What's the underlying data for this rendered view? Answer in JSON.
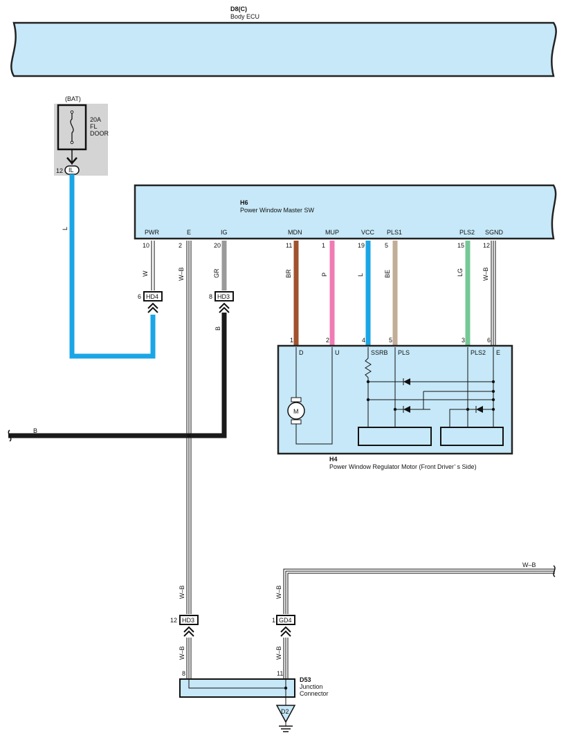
{
  "body_ecu": {
    "code": "D8(C)",
    "name": "Body ECU"
  },
  "fuse": {
    "source": "(BAT)",
    "rating": "20A",
    "name_line1": "FL",
    "name_line2": "DOOR",
    "pin": "12",
    "connector": "IL",
    "wire": "L"
  },
  "master_sw": {
    "code": "H6",
    "name": "Power Window Master SW",
    "pins": [
      {
        "label": "PWR",
        "num": "10",
        "wire": "W"
      },
      {
        "label": "E",
        "num": "2",
        "wire": "W–B"
      },
      {
        "label": "IG",
        "num": "20",
        "wire": "GR"
      },
      {
        "label": "MDN",
        "num": "11",
        "wire": "BR"
      },
      {
        "label": "MUP",
        "num": "1",
        "wire": "P"
      },
      {
        "label": "VCC",
        "num": "19",
        "wire": "L"
      },
      {
        "label": "PLS1",
        "num": "5",
        "wire": "BE"
      },
      {
        "label": "PLS2",
        "num": "15",
        "wire": "LG"
      },
      {
        "label": "SGND",
        "num": "12",
        "wire": "W–B"
      }
    ]
  },
  "connectors": {
    "hd4": {
      "pin": "6",
      "name": "HD4"
    },
    "hd3_top": {
      "pin": "8",
      "name": "HD3",
      "wire_below": "B"
    },
    "hd3_bottom": {
      "pin": "12",
      "name": "HD3"
    },
    "gd4": {
      "pin": "1",
      "name": "GD4"
    }
  },
  "ground_bus": {
    "label": "B"
  },
  "motor": {
    "code": "H4",
    "name": "Power Window Regulator Motor (Front Driver’ s Side)",
    "pins": [
      {
        "num": "1",
        "label": "D"
      },
      {
        "num": "2",
        "label": "U"
      },
      {
        "num": "4",
        "label": "SSRB"
      },
      {
        "num": "5",
        "label": "PLS"
      },
      {
        "num": "3",
        "label": "PLS2"
      },
      {
        "num": "6",
        "label": "E"
      }
    ],
    "symbol": "M"
  },
  "lower_wires": {
    "left_upper": "W–B",
    "left_lower": "W–B",
    "right_upper": "W–B",
    "right_lower": "W–B",
    "right_exit": "W–B"
  },
  "junction": {
    "code": "D53",
    "name_line1": "Junction",
    "name_line2": "Connector",
    "pin_left": "8",
    "pin_right": "11"
  },
  "ground": {
    "name": "D2"
  },
  "colors": {
    "panel": "#c6e8f8",
    "wire_L": "#1aa6e6",
    "wire_BR": "#a0522d",
    "wire_P": "#f07cb4",
    "wire_BE": "#c2ad96",
    "wire_LG": "#74c896",
    "wire_GR": "#9a9a9a",
    "wire_B": "#1a1a1a",
    "fuse_bg": "#d4d4d4"
  }
}
